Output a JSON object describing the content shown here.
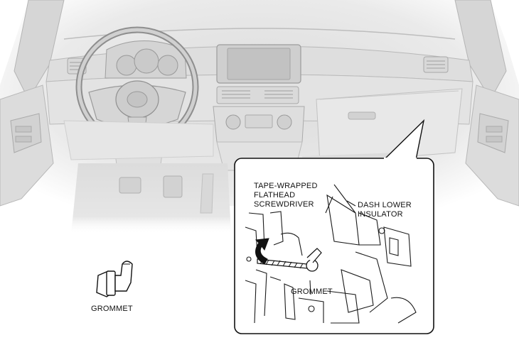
{
  "labels": {
    "tool": [
      "TAPE-WRAPPED",
      "FLATHEAD",
      "SCREWDRIVER"
    ],
    "insulator": [
      "DASH LOWER",
      "INSULATOR"
    ],
    "grommet_detail": "GROMMET",
    "grommet_part": "GROMMET"
  },
  "colors": {
    "background": "#ffffff",
    "dash_fill": "#e6e6e6",
    "line": "#1a1a1a",
    "faint_line": "#9a9a9a",
    "inset_border": "#111111"
  }
}
